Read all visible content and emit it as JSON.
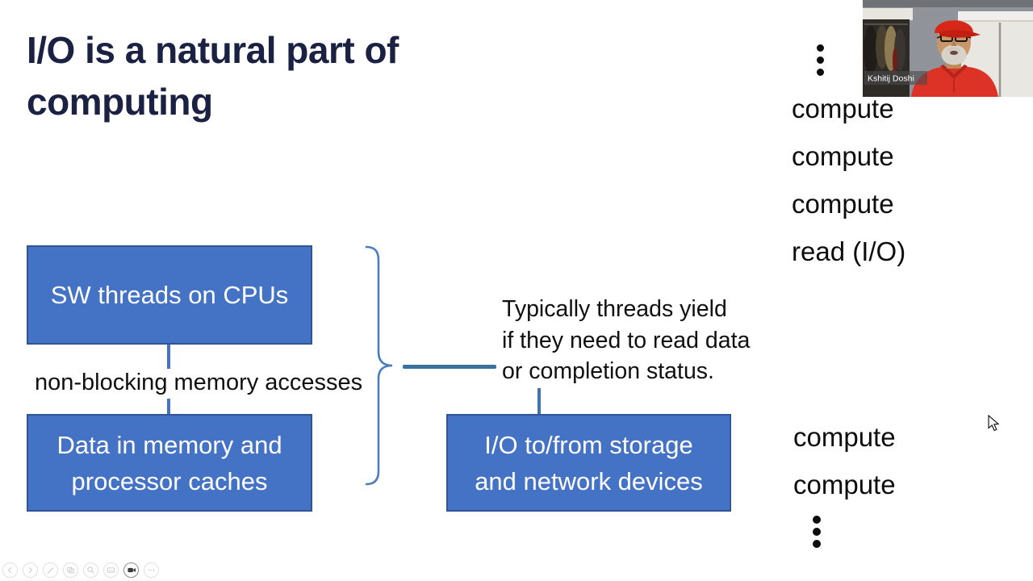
{
  "slide": {
    "title": {
      "line1": "I/O is a natural part of",
      "line2": "computing"
    },
    "boxes": {
      "sw_threads": {
        "line1": "SW threads on CPUs"
      },
      "data_memory": {
        "line1": "Data in memory and",
        "line2": "processor caches"
      },
      "io_devices": {
        "line1": "I/O to/from storage",
        "line2": "and network devices"
      }
    },
    "labels": {
      "non_blocking": "non-blocking memory accesses",
      "yield_note": {
        "line1": "Typically threads yield",
        "line2": "if they need to read data",
        "line3": "or completion status."
      }
    },
    "timeline": {
      "top_items": [
        "compute",
        "compute",
        "compute",
        "read (I/O)"
      ],
      "bottom_items": [
        "compute",
        "compute"
      ]
    },
    "colors": {
      "box_fill": "#4472c4",
      "box_border": "#2f5597",
      "connector_blue": "#4472c4",
      "brace_blue": "#4d7cbe",
      "title_navy": "#1b2142"
    }
  },
  "webcam": {
    "name_label": "Kshitij Doshi"
  },
  "toolbar": {
    "buttons": [
      {
        "icon": "previous-arrow-icon"
      },
      {
        "icon": "next-arrow-icon"
      },
      {
        "icon": "pen-icon"
      },
      {
        "icon": "all-slides-icon"
      },
      {
        "icon": "zoom-magnifier-icon"
      },
      {
        "icon": "captions-icon"
      },
      {
        "icon": "camera-icon"
      },
      {
        "icon": "more-options-icon"
      }
    ]
  }
}
